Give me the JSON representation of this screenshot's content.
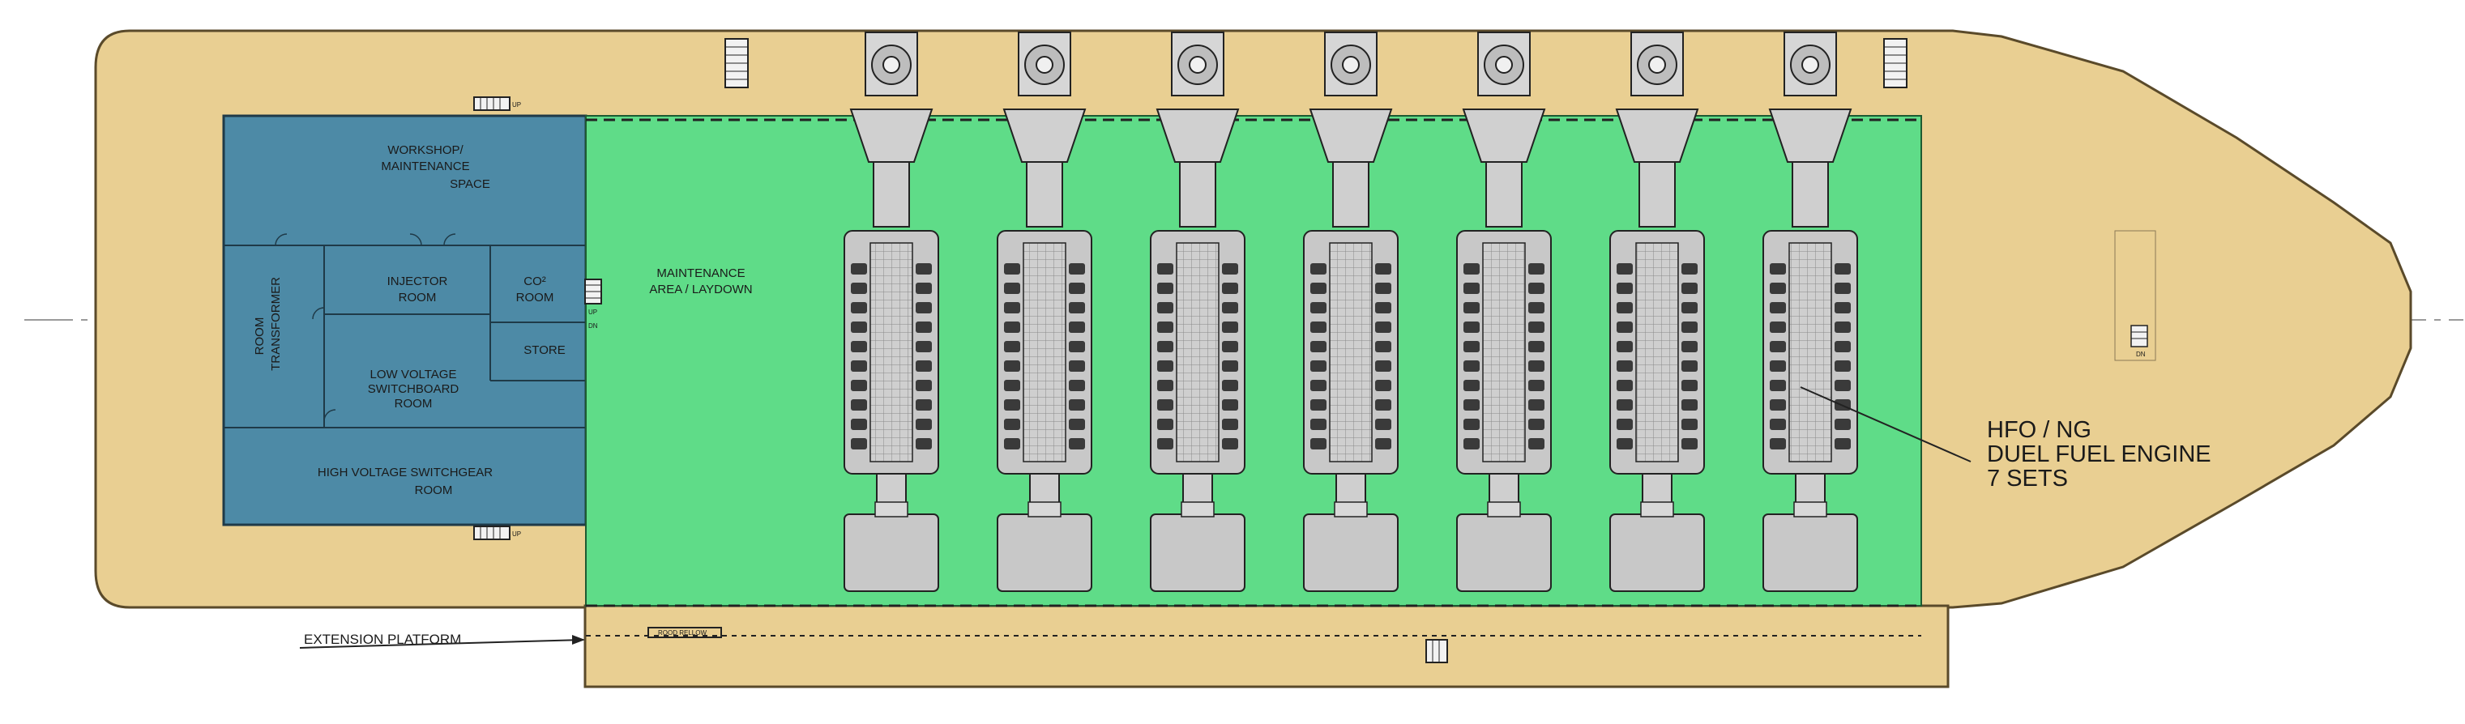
{
  "rooms": {
    "workshop": [
      "WORKSHOP/",
      "MAINTENANCE",
      "SPACE"
    ],
    "transformer": [
      "ROOM",
      "TRANSFORMER"
    ],
    "injector": [
      "INJECTOR",
      "ROOM"
    ],
    "co2": [
      "CO²",
      "ROOM"
    ],
    "store": "STORE",
    "low_voltage": [
      "LOW VOLTAGE",
      "SWITCHBOARD",
      "ROOM"
    ],
    "high_voltage": [
      "HIGH VOLTAGE SWITCHGEAR",
      "ROOM"
    ],
    "maintenance": [
      "MAINTENANCE",
      "AREA / LAYDOWN"
    ]
  },
  "stair_labels": {
    "up": "UP",
    "dn": "DN"
  },
  "engine_callout": [
    "HFO / NG",
    "DUEL FUEL ENGINE",
    "7 SETS"
  ],
  "extension_label": "EXTENSION PLATFORM",
  "roof_label": "ROOD RELLOW",
  "engine_count": 7,
  "colors": {
    "deck": "#e9cf92",
    "deck_edge": "#5a4a2a",
    "room_fill": "#4d8aa6",
    "engine_zone": "#5fdc88",
    "engine_body": "#c8c8c8",
    "engine_dark": "#3a3a3a",
    "line": "#222222"
  }
}
